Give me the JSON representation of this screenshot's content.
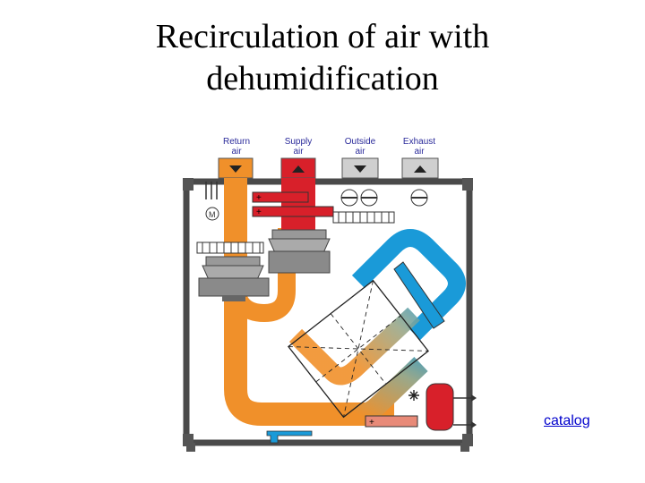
{
  "slide": {
    "title_line1": "Recirculation of air with",
    "title_line2": "dehumidification",
    "link_label": "catalog"
  },
  "diagram": {
    "labels": {
      "return_air": [
        "Return",
        "air"
      ],
      "supply_air": [
        "Supply",
        "air"
      ],
      "outside_air": [
        "Outside",
        "air"
      ],
      "exhaust_air": [
        "Exhaust",
        "air"
      ]
    },
    "colors": {
      "return_air": "#f0902a",
      "supply_air": "#d8202a",
      "cold": "#1a9ad8",
      "casing": "#4a4a4a",
      "link": "#0000cc"
    }
  }
}
